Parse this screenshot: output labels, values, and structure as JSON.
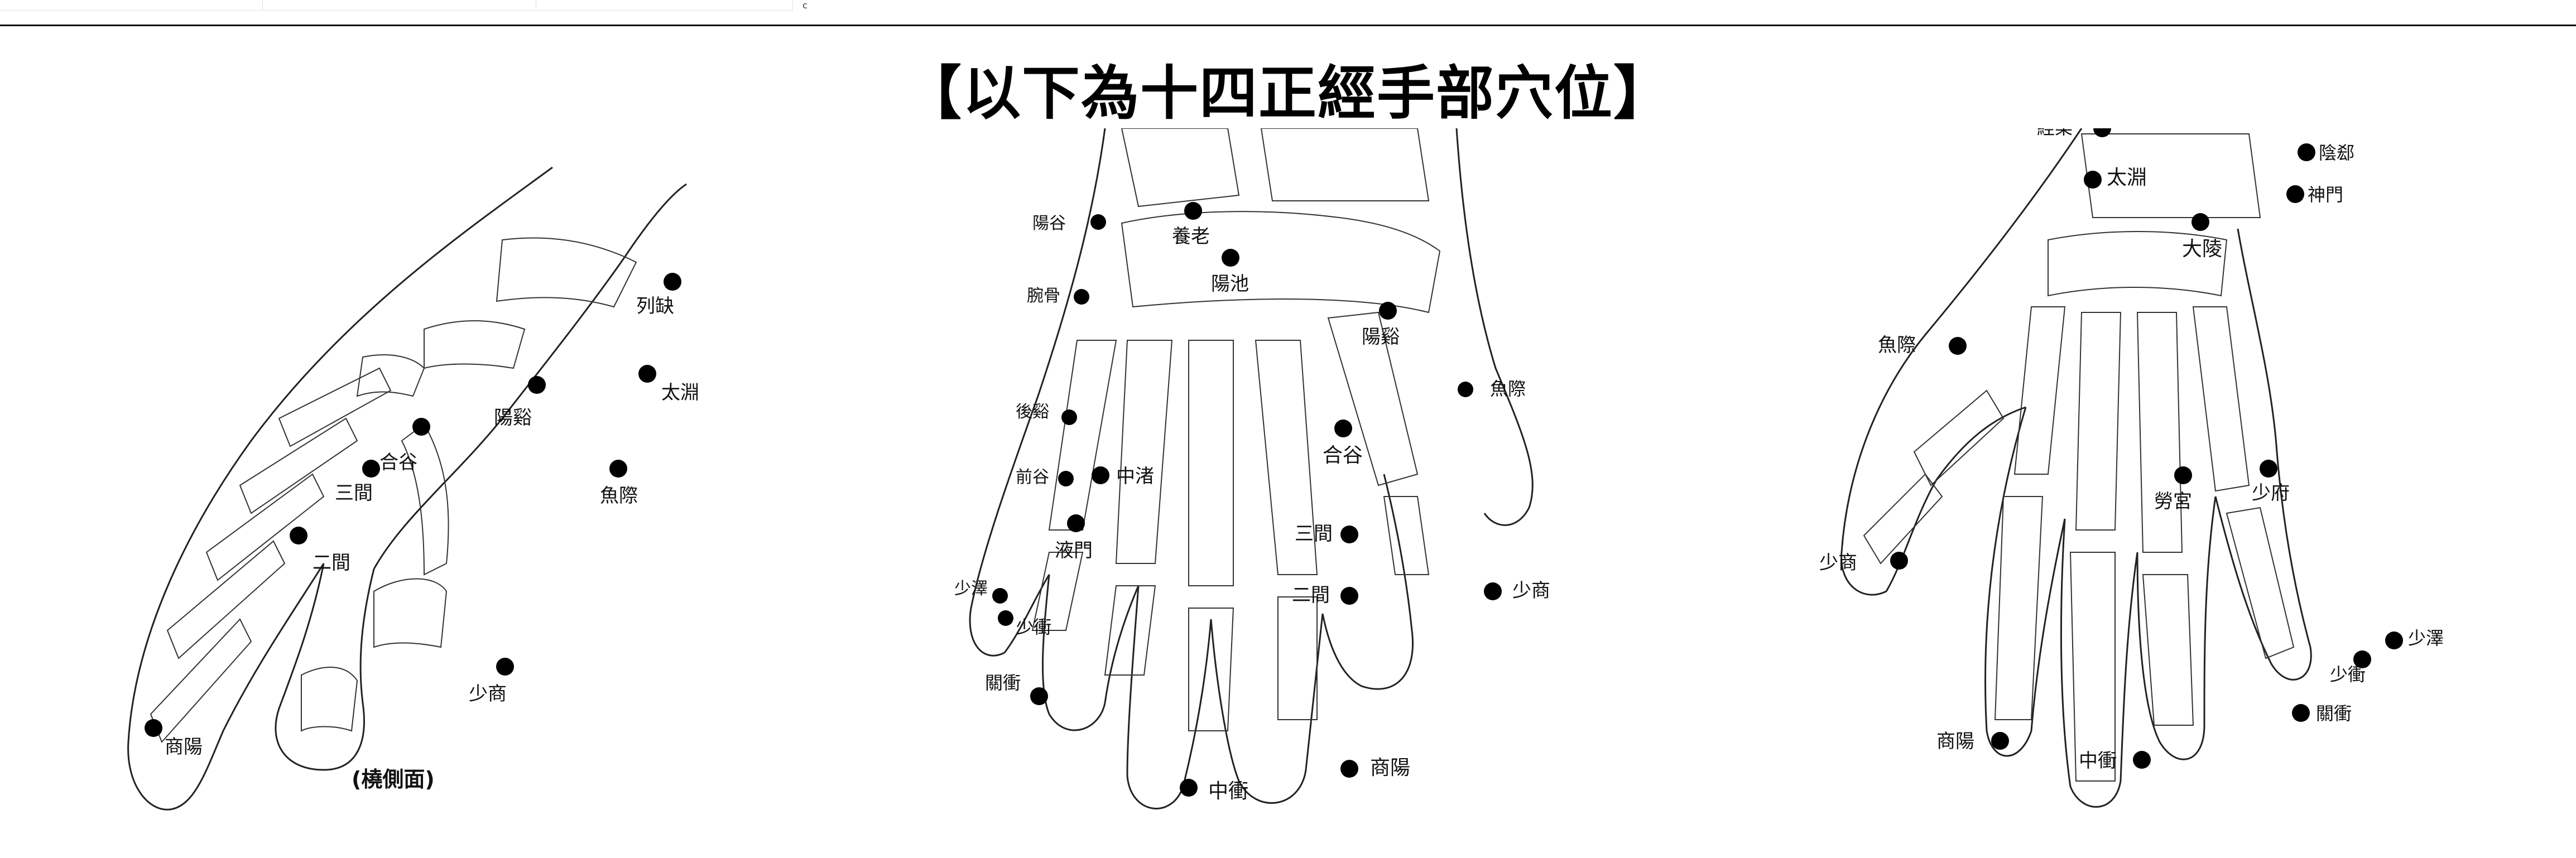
{
  "title": "【以下為十四正經手部穴位】",
  "topbar": {
    "marker": "c"
  },
  "colors": {
    "ink": "#111111",
    "point": "#000000",
    "paper": "#ffffff"
  },
  "panels": [
    {
      "name": "radial-side-view",
      "caption": "(橈側面)",
      "points": [
        {
          "label": "列缺"
        },
        {
          "label": "太淵"
        },
        {
          "label": "陽谿"
        },
        {
          "label": "魚際"
        },
        {
          "label": "合谷"
        },
        {
          "label": "三間"
        },
        {
          "label": "二間"
        },
        {
          "label": "少商"
        },
        {
          "label": "商陽"
        }
      ]
    },
    {
      "name": "dorsal-view",
      "points": [
        {
          "label": "陽谷"
        },
        {
          "label": "養老"
        },
        {
          "label": "陽池"
        },
        {
          "label": "腕骨"
        },
        {
          "label": "陽谿"
        },
        {
          "label": "魚際"
        },
        {
          "label": "後谿"
        },
        {
          "label": "合谷"
        },
        {
          "label": "前谷"
        },
        {
          "label": "中渚"
        },
        {
          "label": "液門"
        },
        {
          "label": "三間"
        },
        {
          "label": "二間"
        },
        {
          "label": "少商"
        },
        {
          "label": "少澤"
        },
        {
          "label": "少衝"
        },
        {
          "label": "關衝"
        },
        {
          "label": "中衝"
        },
        {
          "label": "商陽"
        }
      ]
    },
    {
      "name": "palmar-view",
      "points": [
        {
          "label": "經渠"
        },
        {
          "label": "陰郄"
        },
        {
          "label": "太淵"
        },
        {
          "label": "神門"
        },
        {
          "label": "大陵"
        },
        {
          "label": "魚際"
        },
        {
          "label": "勞宮"
        },
        {
          "label": "少府"
        },
        {
          "label": "少商"
        },
        {
          "label": "少澤"
        },
        {
          "label": "少衝"
        },
        {
          "label": "關衝"
        },
        {
          "label": "商陽"
        },
        {
          "label": "中衝"
        }
      ]
    }
  ]
}
